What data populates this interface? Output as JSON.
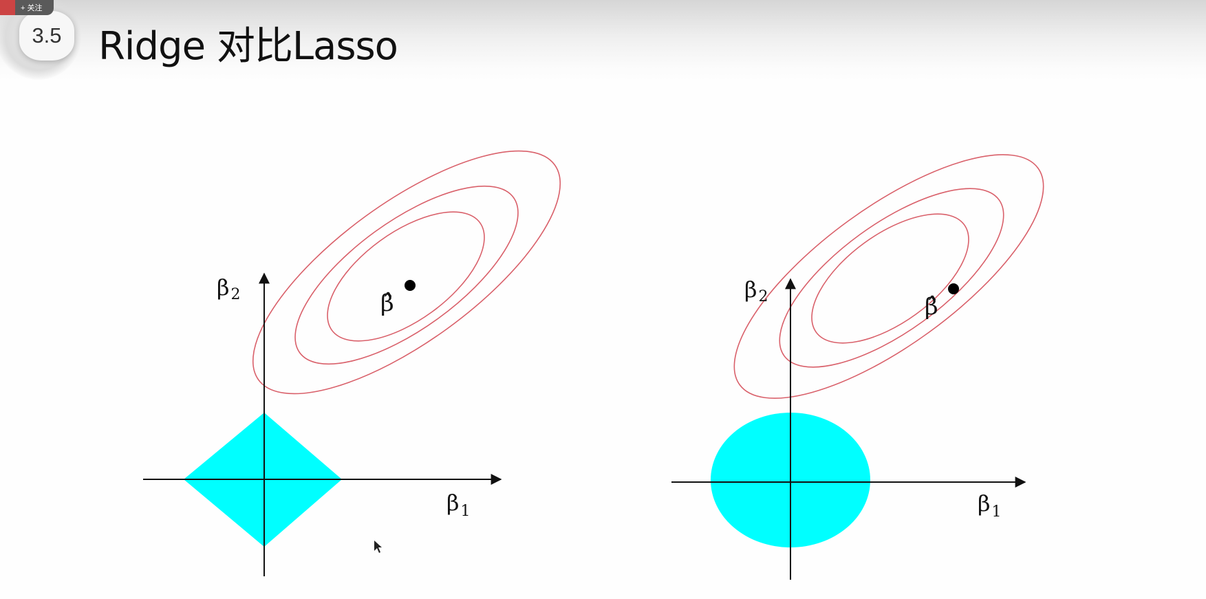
{
  "header": {
    "section_number": "3.5",
    "title": "Ridge 对比Lasso"
  },
  "overlay": {
    "follow_label": "+ 关注"
  },
  "diagrams": {
    "left": {
      "x_axis_label": "β",
      "x_axis_sub": "1",
      "y_axis_label": "β",
      "y_axis_sub": "2",
      "estimate_label": "β̂",
      "constraint_shape": "diamond"
    },
    "right": {
      "x_axis_label": "β",
      "x_axis_sub": "1",
      "y_axis_label": "β",
      "y_axis_sub": "2",
      "estimate_label": "β̂",
      "constraint_shape": "circle"
    }
  },
  "colors": {
    "constraint_fill": "#00ffff",
    "contour_stroke": "#d9606a",
    "axis": "#111111"
  }
}
